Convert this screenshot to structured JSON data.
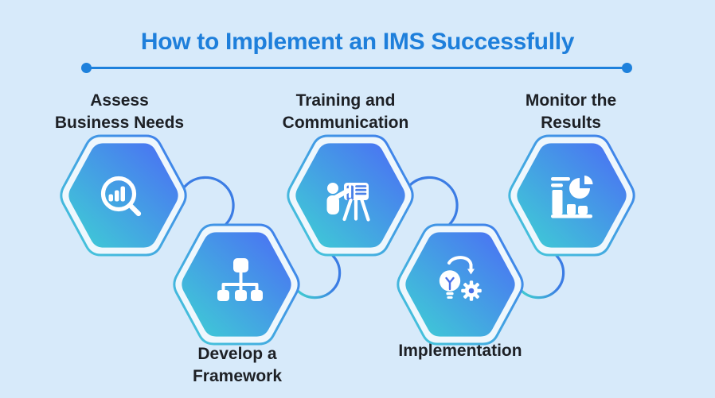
{
  "title": "How to Implement an IMS Successfully",
  "colors": {
    "background": "#d7eafa",
    "accent_blue": "#1e7fdb",
    "connector_blue": "#3b7ce4",
    "connector_teal": "#3fc6d2",
    "hexagon_gradient_start": "#3ed0d4",
    "hexagon_gradient_end": "#4b6cf5",
    "hexagon_border": "#eef7fd",
    "label_text": "#1d2025",
    "icon_color": "#ffffff"
  },
  "steps": [
    {
      "label": "Assess Business Needs",
      "label_lines": [
        "Assess",
        "Business Needs"
      ],
      "icon": "magnifier-bar-chart-icon"
    },
    {
      "label": "Develop a Framework",
      "label_lines": [
        "Develop a",
        "Framework"
      ],
      "icon": "sitemap-icon"
    },
    {
      "label": "Training and Communication",
      "label_lines": [
        "Training and",
        "Communication"
      ],
      "icon": "presenter-easel-icon"
    },
    {
      "label": "Implementation",
      "label_lines": [
        "Implementation"
      ],
      "icon": "lightbulb-gear-icon"
    },
    {
      "label": "Monitor the Results",
      "label_lines": [
        "Monitor the",
        "Results"
      ],
      "icon": "chart-pie-icon"
    }
  ]
}
